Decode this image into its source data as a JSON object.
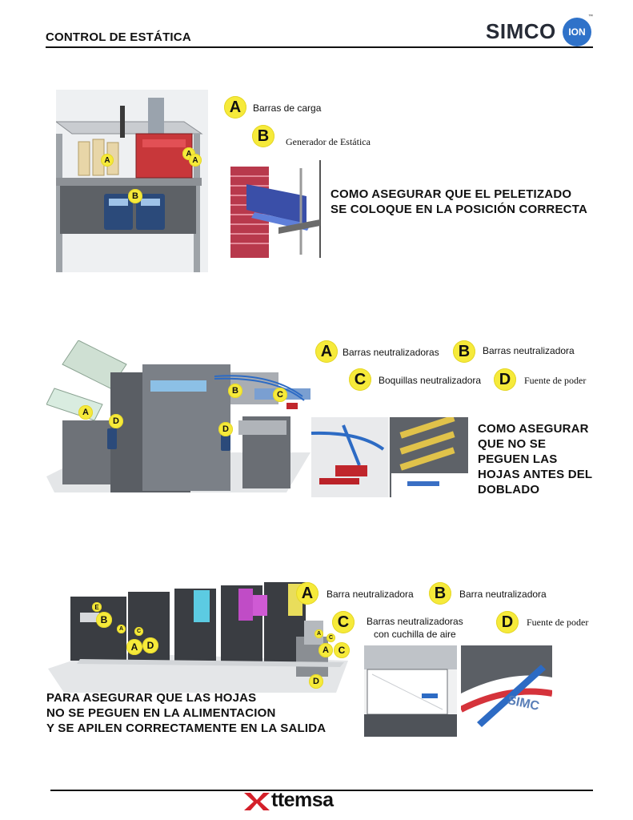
{
  "header": {
    "title": "CONTROL DE ESTÁTICA",
    "logo_main": "SIMCO",
    "logo_ion": "ION",
    "logo_tm": "™"
  },
  "section1": {
    "items": [
      {
        "letter": "A",
        "label": "Barras de carga"
      },
      {
        "letter": "B",
        "label": "Generador de Estática"
      }
    ],
    "headline": [
      "COMO ASEGURAR QUE EL PELETIZADO",
      "SE COLOQUE EN LA POSICIÓN CORRECTA"
    ],
    "callouts": [
      "A",
      "A",
      "A",
      "B"
    ]
  },
  "section2": {
    "items": [
      {
        "letter": "A",
        "label": "Barras neutralizadoras"
      },
      {
        "letter": "B",
        "label": "Barras neutralizadora"
      },
      {
        "letter": "C",
        "label": "Boquillas neutralizadora"
      },
      {
        "letter": "D",
        "label": "Fuente de poder"
      }
    ],
    "headline": [
      "COMO ASEGURAR",
      "QUE NO SE",
      "PEGUEN LAS",
      "HOJAS ANTES DEL",
      "DOBLADO"
    ],
    "callouts": [
      "A",
      "D",
      "B",
      "C",
      "D"
    ]
  },
  "section3": {
    "items": [
      {
        "letter": "A",
        "label": "Barra neutralizadora"
      },
      {
        "letter": "B",
        "label": "Barra neutralizadora"
      },
      {
        "letter": "C",
        "label_lines": [
          "Barras neutralizadoras",
          "con cuchilla de aire"
        ]
      },
      {
        "letter": "D",
        "label": "Fuente de poder"
      }
    ],
    "headline": [
      "PARA ASEGURAR QUE LAS HOJAS",
      "NO SE PEGUEN EN LA ALIMENTACION",
      "Y SE APILEN CORRECTAMENTE EN LA SALIDA"
    ],
    "callouts": [
      "E",
      "B",
      "A",
      "C",
      "A",
      "D",
      "A",
      "C",
      "C",
      "A",
      "D"
    ],
    "inset_text": "SIMC"
  },
  "footer": {
    "logo": "ttemsa"
  },
  "colors": {
    "badge": "#f6ea3a",
    "simco_blue": "#2f72c9",
    "machine_gray": "#6f7378",
    "printer_dark": "#3a3d42"
  }
}
